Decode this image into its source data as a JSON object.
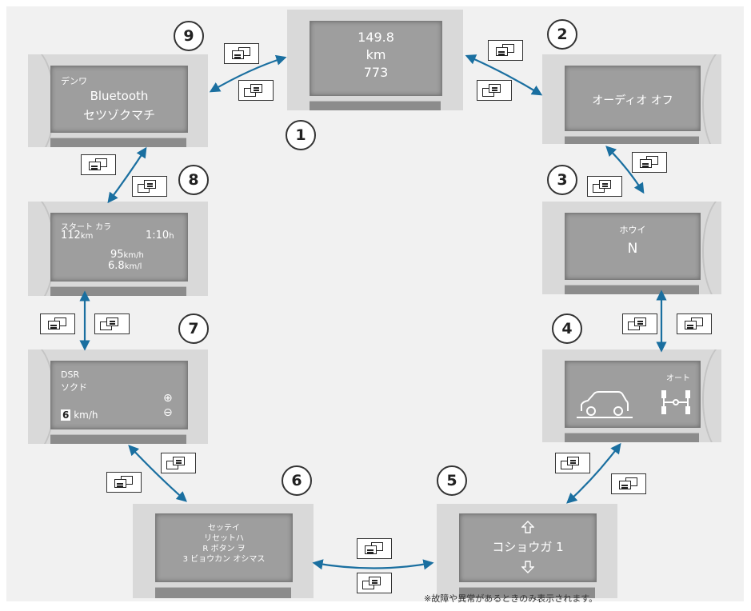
{
  "screens": {
    "s1": {
      "number": "1",
      "line1": "149.8",
      "line2": "km",
      "line3": "773"
    },
    "s2": {
      "number": "2",
      "text": "オーディオ オフ"
    },
    "s3": {
      "number": "3",
      "title": "ホウイ",
      "value": "N"
    },
    "s4": {
      "number": "4",
      "label": "オート"
    },
    "s5": {
      "number": "5",
      "text": "コショウガ 1"
    },
    "s6": {
      "number": "6",
      "line1": "セッテイ",
      "line2": "リセットハ",
      "line3": "R ボタン ヲ",
      "line4": "3 ビョウカン オシマス"
    },
    "s7": {
      "number": "7",
      "line1": "DSR",
      "line2": "ソクド",
      "speed_value": "6",
      "speed_unit": "km/h",
      "plus": "⊕",
      "minus": "⊖"
    },
    "s8": {
      "number": "8",
      "line1": "スタート カラ",
      "dist": "112",
      "dist_unit": "km",
      "time": "1:10",
      "time_unit": "h",
      "avg_speed": "95",
      "avg_speed_unit": "km/h",
      "fuel": "6.8",
      "fuel_unit": "km/l"
    },
    "s9": {
      "number": "9",
      "line1": "デンワ",
      "line2": "Bluetooth",
      "line3": "セツゾクマチ"
    }
  },
  "footnote": "※故障や異常があるときのみ表示されます。",
  "colors": {
    "arrow": "#1a6fa0",
    "screen": "#9e9e9e",
    "panel": "#d9d9d9",
    "background": "#f1f1f1"
  },
  "icons": [
    "next-page-button-icon",
    "previous-page-button-icon",
    "car-side-icon",
    "4wd-drivetrain-icon",
    "arrow-up-icon",
    "arrow-down-icon"
  ]
}
